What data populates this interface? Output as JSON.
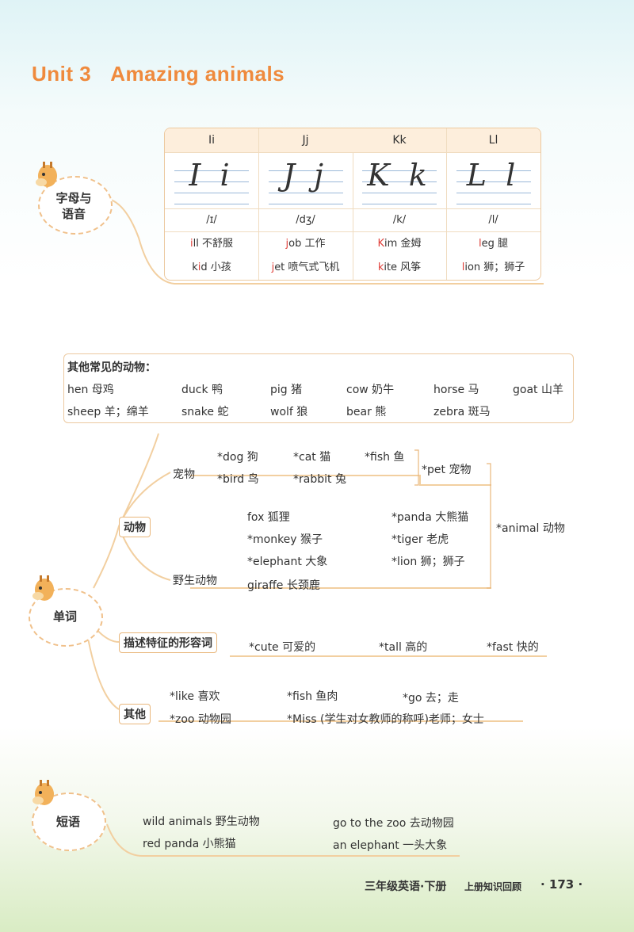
{
  "title": {
    "unit": "Unit 3",
    "name": "Amazing animals"
  },
  "sections": {
    "letters": "字母与\n语音",
    "words": "单词",
    "phrases": "短语"
  },
  "letters": [
    {
      "head": "Ii",
      "big": "I i",
      "phonetic": "/ɪ/",
      "w1a": "i",
      "w1b": "ll 不舒服",
      "w2a": "k",
      "w2b": "i",
      "w2c": "d 小孩"
    },
    {
      "head": "Jj",
      "big": "J j",
      "phonetic": "/dʒ/",
      "w1a": "j",
      "w1b": "ob 工作",
      "w2a": "",
      "w2b": "j",
      "w2c": "et 喷气式飞机"
    },
    {
      "head": "Kk",
      "big": "K k",
      "phonetic": "/k/",
      "w1a": "K",
      "w1b": "im 金姆",
      "w2a": "",
      "w2b": "k",
      "w2c": "ite 风筝"
    },
    {
      "head": "Ll",
      "big": "L l",
      "phonetic": "/l/",
      "w1a": "l",
      "w1b": "eg 腿",
      "w2a": "",
      "w2b": "l",
      "w2c": "ion 狮；狮子"
    }
  ],
  "other_animals": {
    "heading": "其他常见的动物：",
    "row1": [
      "hen 母鸡",
      "duck 鸭",
      "pig 猪",
      "cow 奶牛",
      "horse 马",
      "goat 山羊"
    ],
    "row2": [
      "sheep 羊；绵羊",
      "snake 蛇",
      "wolf 狼",
      "bear 熊",
      "zebra 斑马"
    ]
  },
  "nodes": {
    "animals": "动物",
    "pets": "宠物",
    "wild": "野生动物",
    "adjectives": "描述特征的形容词",
    "others": "其他"
  },
  "pets": [
    "*dog 狗",
    "*cat 猫",
    "*fish 鱼",
    "*bird 鸟",
    "*rabbit 兔"
  ],
  "pet_label": "*pet 宠物",
  "wild": [
    "fox 狐狸",
    "*panda 大熊猫",
    "*monkey 猴子",
    "*tiger 老虎",
    "*elephant 大象",
    "*lion 狮；狮子",
    "giraffe 长颈鹿"
  ],
  "animal_label": "*animal 动物",
  "adjectives": [
    "*cute 可爱的",
    "*tall 高的",
    "*fast 快的"
  ],
  "others": [
    "*like 喜欢",
    "*fish 鱼肉",
    "*go 去；走",
    "*zoo 动物园",
    "*Miss (学生对女教师的称呼)老师；女士"
  ],
  "phrases": [
    "wild animals 野生动物",
    "go to the zoo 去动物园",
    "red panda 小熊猫",
    "an elephant 一头大象"
  ],
  "footer": {
    "book": "三年级英语·下册",
    "section": "上册知识回顾",
    "page": "· 173 ·"
  }
}
